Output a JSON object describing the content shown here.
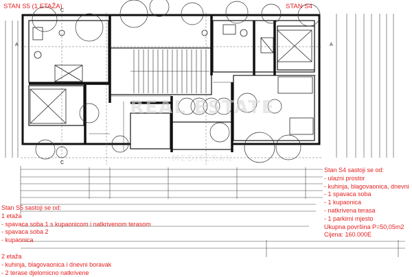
{
  "labels": {
    "s5": "STAN S5 (1 ETAŽA)",
    "s4": "STAN S4"
  },
  "watermark": {
    "main": "REAL ESTATE",
    "sub": "MEDITERAN"
  },
  "s4_notes": {
    "heading": "Stan S4 sastoji se od:",
    "items": [
      "- ulazni prostor",
      "- kuhinja, blagovaonica, dnevni",
      "- 1 spavaca soba",
      "- 1 kupaonica",
      "- natkrivena terasa",
      "- 1 parkirni mjesto"
    ],
    "area": "Ukupna površina P=50,05m2",
    "price": "Cijena: 160.000E"
  },
  "s5_notes": {
    "heading": "Stan S5 sastoji se od:",
    "level1_title": "1 etaža",
    "level1_items": [
      "- spavaca soba 1 s kupaonicom i natkrivenom terasom",
      "- spavaca soba 2",
      "- kupaonica"
    ],
    "level2_title": "2 etaža",
    "level2_items": [
      "- kuhinja, blagovaonica i dnevni boravak",
      "- 2 terase djelomicno natkrivene"
    ]
  },
  "section_markers": [
    "A",
    "A",
    "C",
    "C"
  ],
  "colors": {
    "annotation": "#e41e1e",
    "lines": "#222222"
  }
}
